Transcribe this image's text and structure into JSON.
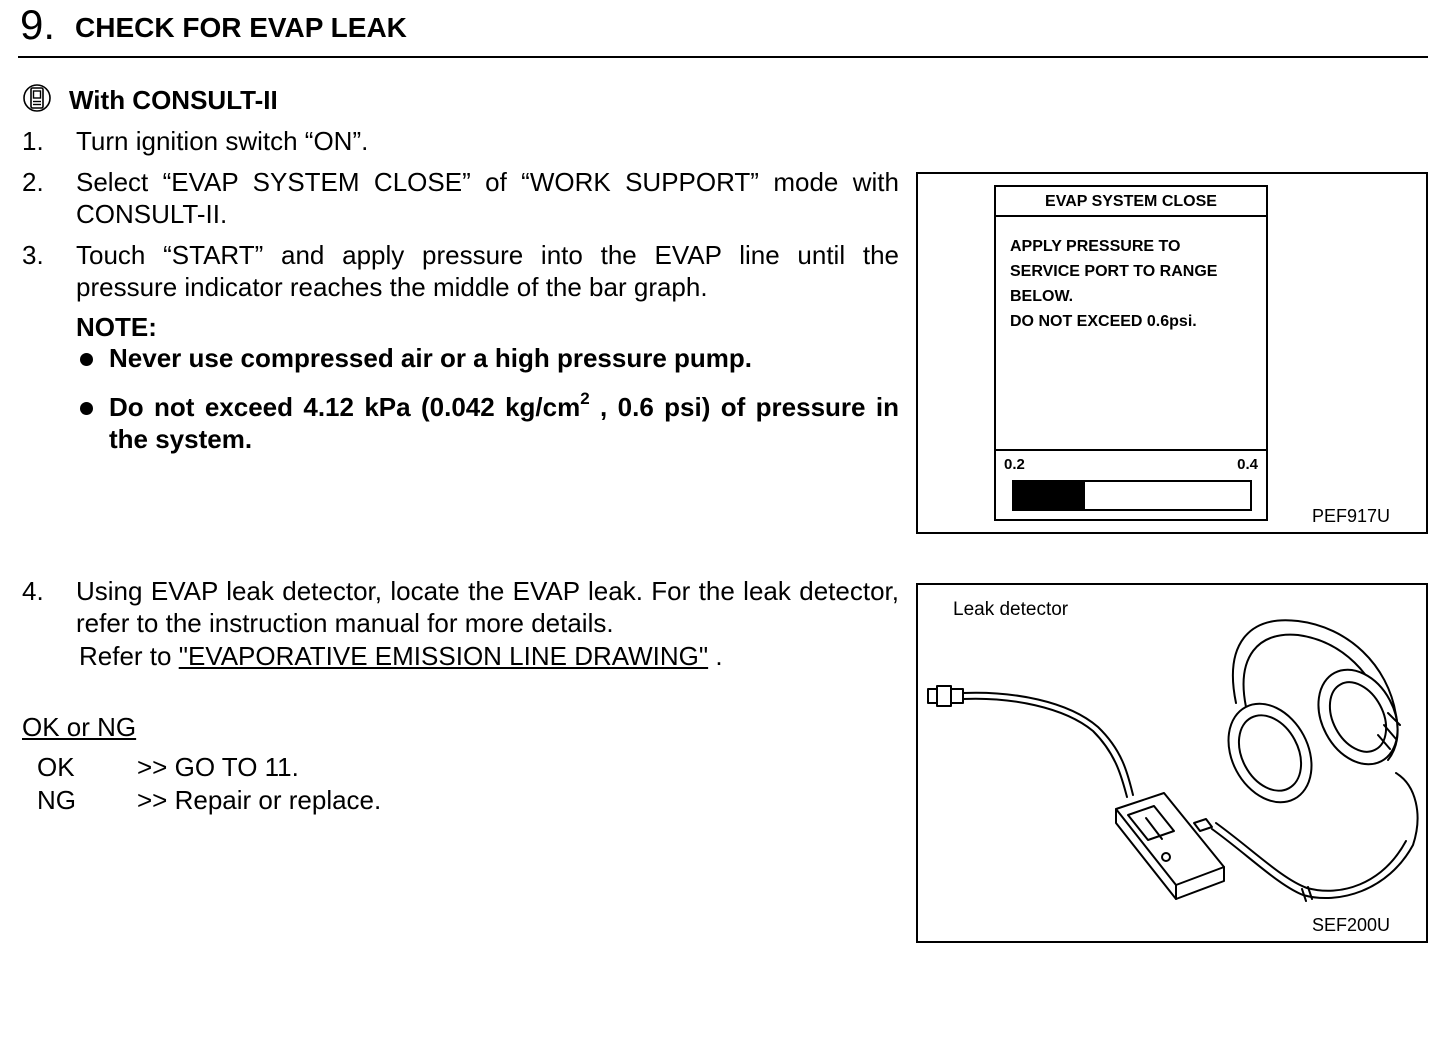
{
  "header": {
    "step_number": "9.",
    "title": "CHECK FOR EVAP LEAK"
  },
  "consult": {
    "icon": "consult-tester-icon",
    "label": "With CONSULT-II"
  },
  "steps": [
    {
      "num": "1.",
      "text": "Turn ignition switch “ON”."
    },
    {
      "num": "2.",
      "text": "Select “EVAP SYSTEM CLOSE” of “WORK SUPPORT” mode with CONSULT-II."
    },
    {
      "num": "3.",
      "text": "Touch “START” and apply pressure into the EVAP line until the pressure indicator reaches the middle of the bar graph."
    },
    {
      "num": "4.",
      "text": "Using EVAP leak detector, locate the EVAP leak. For the leak detector, refer to the instruction manual for more details."
    }
  ],
  "note": {
    "title": "NOTE:",
    "bullet1": "Never use compressed air or a high pressure pump.",
    "bullet2_pre": "Do not exceed 4.12 kPa (0.042 kg/cm",
    "bullet2_sup": "2",
    "bullet2_post": " , 0.6 psi) of pressure in the system."
  },
  "refer": {
    "prefix": "Refer to ",
    "link": "\"EVAPORATIVE EMISSION LINE DRAWING\"",
    "suffix": " ."
  },
  "result": {
    "title": "OK or NG",
    "ok_key": "OK",
    "ok_val": ">> GO TO 11.",
    "ng_key": "NG",
    "ng_val": ">> Repair or replace."
  },
  "figure1": {
    "screen_title": "EVAP SYSTEM CLOSE",
    "lines": [
      "APPLY PRESSURE TO",
      "SERVICE PORT TO RANGE",
      "BELOW.",
      "DO NOT EXCEED 0.6psi."
    ],
    "scale_low": "0.2",
    "scale_high": "0.4",
    "bar_fill_fraction": 0.3,
    "code": "PEF917U"
  },
  "figure2": {
    "label": "Leak detector",
    "code": "SEF200U"
  }
}
